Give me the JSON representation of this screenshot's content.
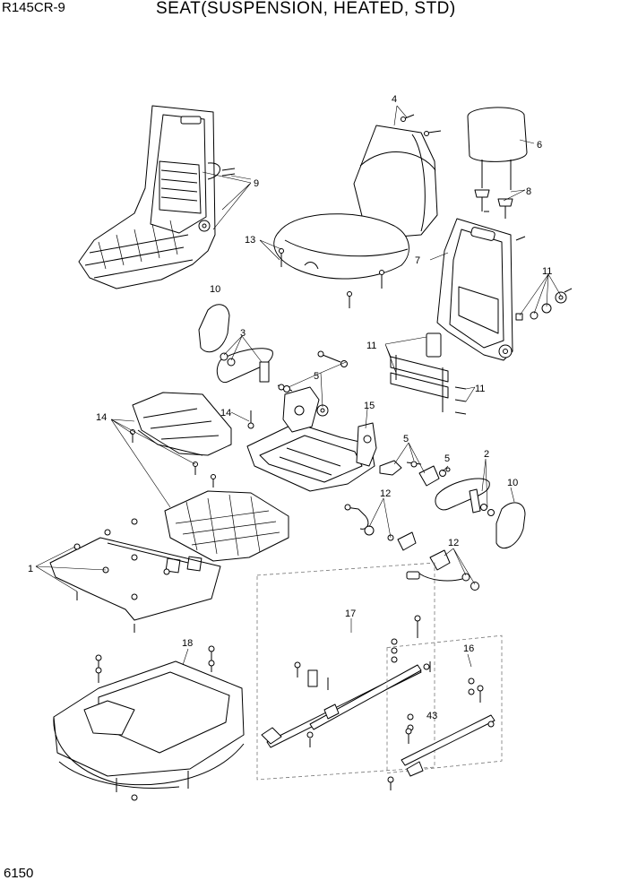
{
  "header": {
    "model": "R145CR-9",
    "title": "SEAT(SUSPENSION, HEATED, STD)"
  },
  "footer": {
    "page_number": "6150"
  },
  "callouts": {
    "c1": "1",
    "c2": "2",
    "c3": "3",
    "c4": "4",
    "c5a": "5",
    "c5b": "5",
    "c5c": "5",
    "c6": "6",
    "c7": "7",
    "c8": "8",
    "c9": "9",
    "c10a": "10",
    "c10b": "10",
    "c11a": "11",
    "c11b": "11",
    "c11c": "11",
    "c12a": "12",
    "c12b": "12",
    "c13": "13",
    "c14a": "14",
    "c14b": "14",
    "c15": "15",
    "c16": "16",
    "c17": "17",
    "c18": "18",
    "c43": "43"
  }
}
